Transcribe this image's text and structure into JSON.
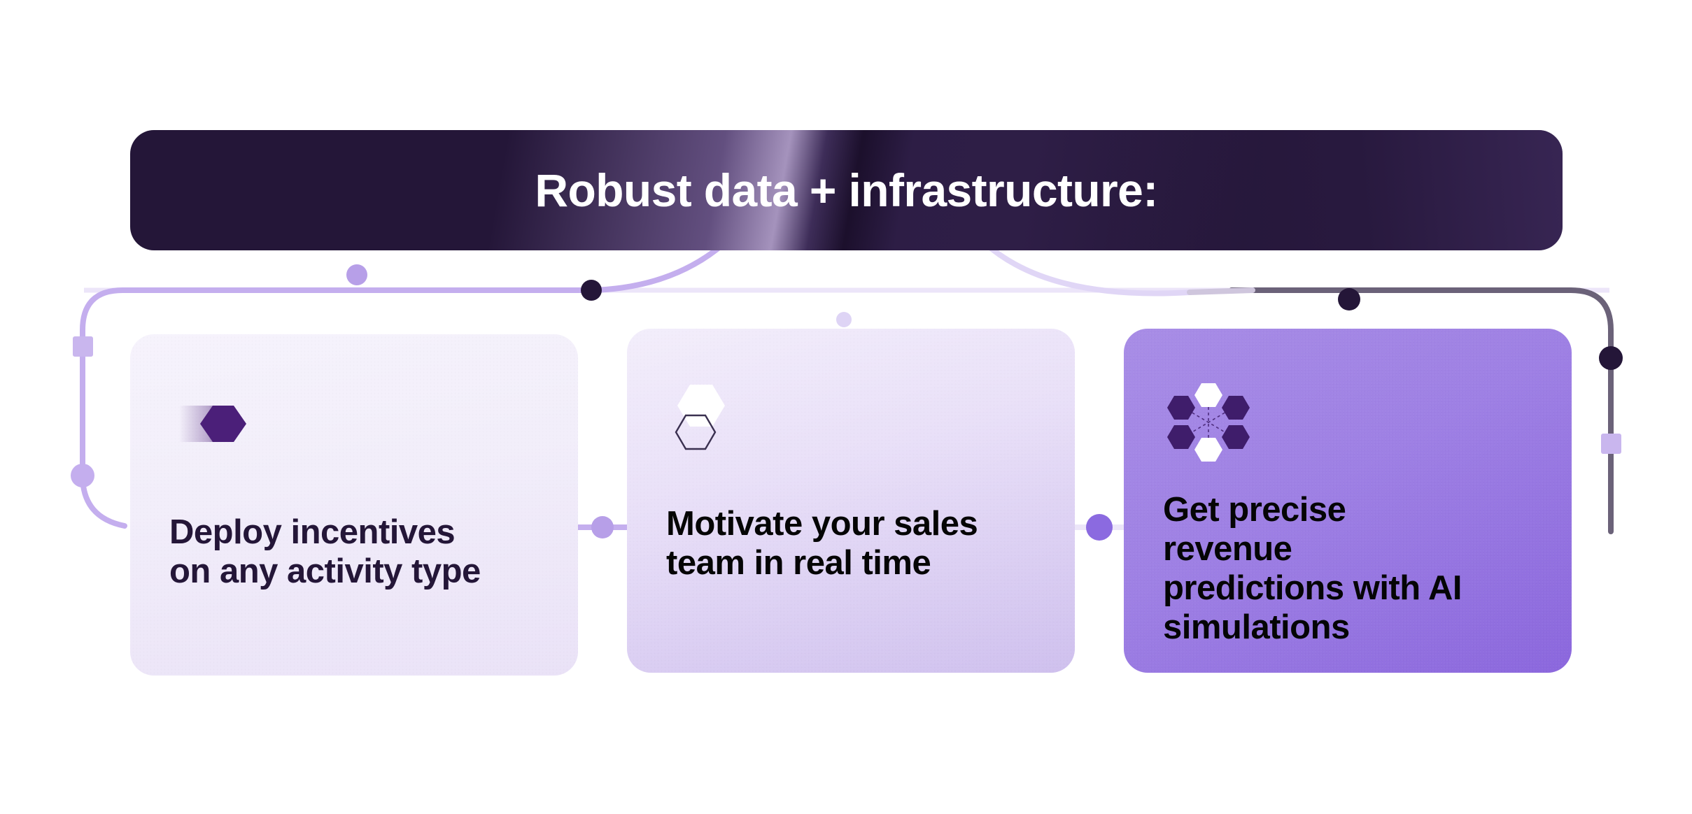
{
  "banner": {
    "title": "Robust data + infrastructure:",
    "bg_color": "#241638",
    "text_color": "#ffffff"
  },
  "cards": [
    {
      "id": "card-deploy-incentives",
      "title": "Deploy incentives\non any activity type",
      "icon_name": "hexagon-trail-icon",
      "bg_start": "#f6f3fc",
      "bg_end": "#eae2f7",
      "text_color": "#241638",
      "accent_color": "#4b1f79"
    },
    {
      "id": "card-motivate-sales",
      "title": "Motivate your sales\nteam in real time",
      "icon_name": "double-hexagon-icon",
      "bg_start": "#f3eefb",
      "bg_end": "#cfc0ee",
      "text_color": "#050505",
      "accent_color": "#ffffff"
    },
    {
      "id": "card-revenue-predictions",
      "title": "Get precise\nrevenue\npredictions with AI\nsimulations",
      "icon_name": "hexagon-network-icon",
      "bg_start": "#a88de6",
      "bg_end": "#8b67dd",
      "text_color": "#050505",
      "accent_color": "#3f1d6b"
    }
  ],
  "connectors": {
    "line_light": "#c4aeee",
    "line_pale": "#e5dcf7",
    "line_dark": "#241638",
    "line_grey": "#6b6279",
    "node_light": "#b79fe8",
    "node_dark": "#241638",
    "node_purple": "#8b6ae0",
    "node_square": "#c9b6ee"
  }
}
